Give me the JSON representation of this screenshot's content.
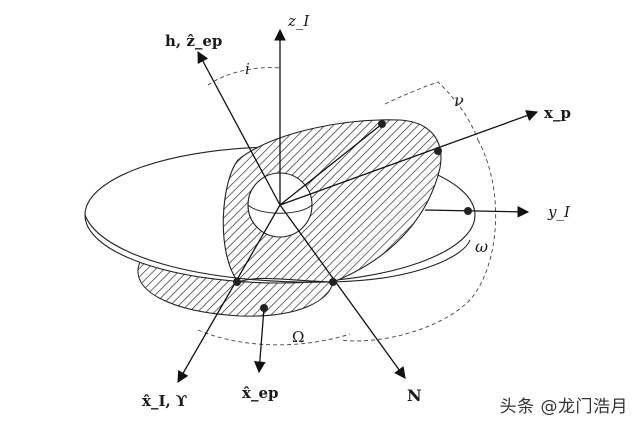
{
  "diagram": {
    "labels": {
      "z_inertial": "z_I",
      "angular_momentum": "h, ẑ_ep",
      "inclination": "i",
      "true_anomaly": "ν",
      "x_perifocal": "x_p",
      "y_inertial": "y_I",
      "arg_periapsis": "ω",
      "raan": "Ω",
      "x_inertial": "x̂_I, ϒ",
      "x_equinoctial": "x̂_ep",
      "node": "N"
    }
  },
  "watermark": "头条 @龙门浩月"
}
